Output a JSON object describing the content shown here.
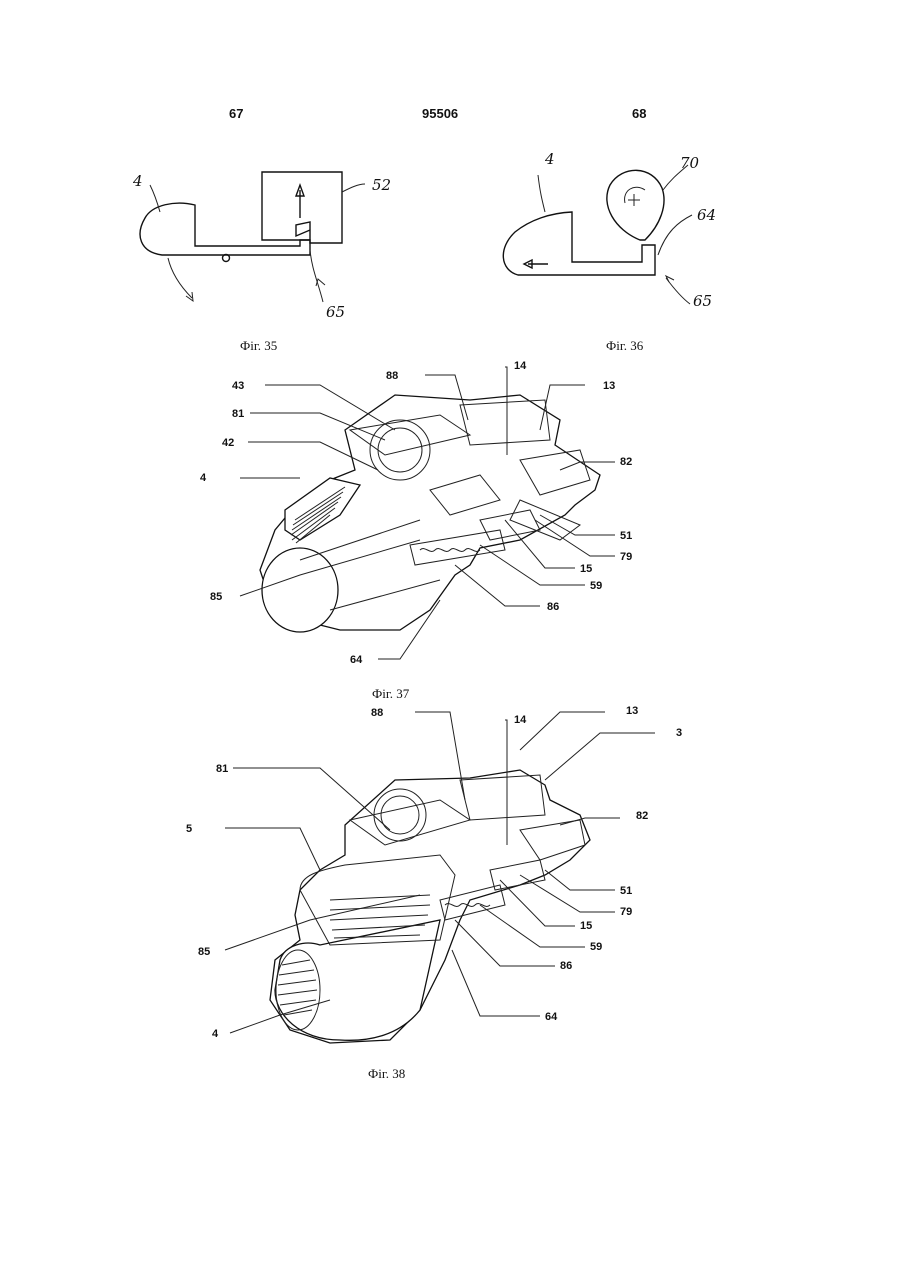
{
  "header": {
    "left_page": "67",
    "patent_number": "95506",
    "right_page": "68"
  },
  "figures": {
    "fig35": {
      "caption": "Фіг. 35",
      "labels": [
        "4",
        "52",
        "65"
      ]
    },
    "fig36": {
      "caption": "Фіг. 36",
      "labels": [
        "4",
        "70",
        "64",
        "65"
      ]
    },
    "fig37": {
      "caption": "Фіг. 37",
      "labels": [
        "43",
        "88",
        "14",
        "13",
        "81",
        "42",
        "82",
        "4",
        "51",
        "79",
        "15",
        "59",
        "85",
        "86",
        "64"
      ]
    },
    "fig38": {
      "caption": "Фіг. 38",
      "labels": [
        "88",
        "14",
        "13",
        "3",
        "81",
        "82",
        "5",
        "51",
        "79",
        "15",
        "59",
        "85",
        "86",
        "64",
        "4"
      ]
    }
  }
}
